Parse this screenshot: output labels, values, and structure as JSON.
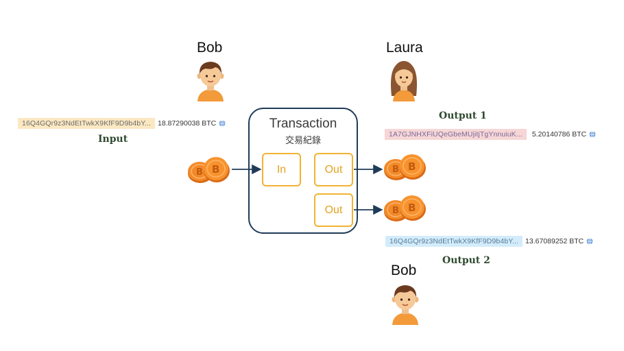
{
  "people": {
    "bob_top": "Bob",
    "laura": "Laura",
    "bob_bottom": "Bob"
  },
  "input": {
    "label": "Input",
    "address": "16Q4GQr9z3NdEtTwkX9KfF9D9b4bY...",
    "amount": "18.87290038 BTC",
    "highlight": "#fbe8c2"
  },
  "transaction": {
    "title": "Transaction",
    "subtitle": "交易紀錄",
    "in_label": "In",
    "out1_label": "Out",
    "out2_label": "Out"
  },
  "output1": {
    "label": "Output 1",
    "address": "1A7GJNHXFiUQeGbeMUjitjTgYnnuiuK...",
    "amount": "5.20140786 BTC",
    "highlight": "#f6d6d6"
  },
  "output2": {
    "label": "Output 2",
    "address": "16Q4GQr9z3NdEtTwkX9KfF9D9b4bY...",
    "amount": "13.67089252 BTC",
    "highlight": "#d3ecfb"
  },
  "icons": [
    "boy-avatar-icon",
    "girl-avatar-icon",
    "bitcoin-coins-icon",
    "globe-icon",
    "arrow-icon"
  ],
  "colors": {
    "box_border": "#1f3b57",
    "pin_border": "#f2b233",
    "pin_text": "#e3a21f",
    "arrow": "#1f3b57",
    "coin": "#f08a24"
  }
}
